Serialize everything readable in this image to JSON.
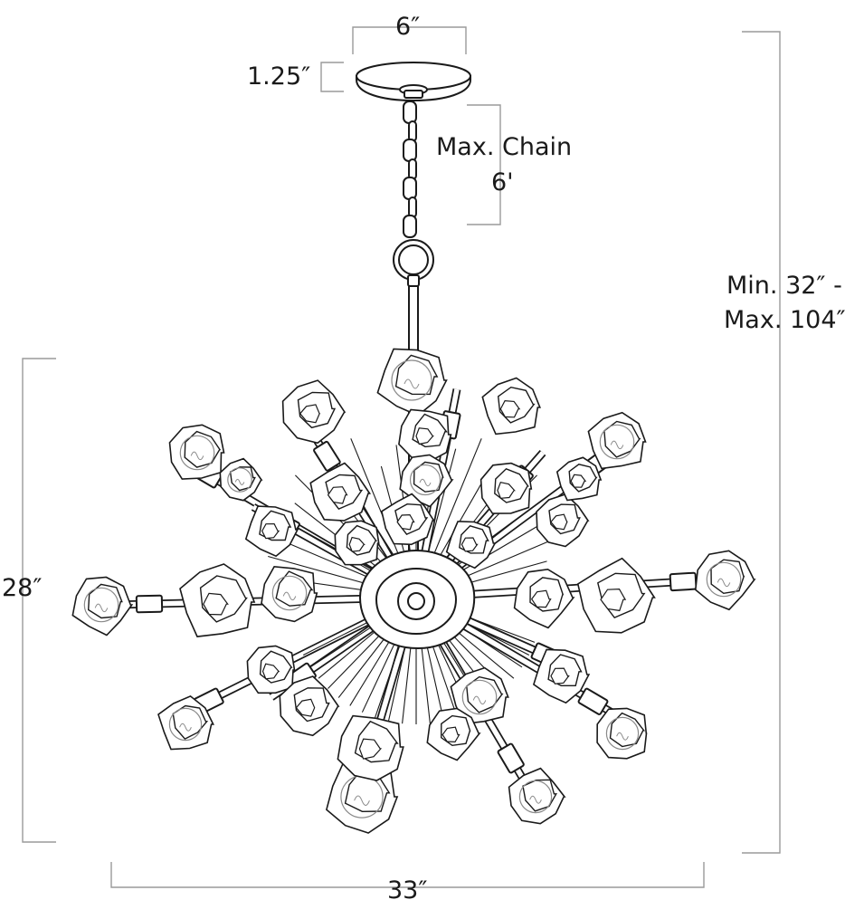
{
  "dimensions": {
    "canopy_width": "6″",
    "canopy_height": "1.25″",
    "max_chain": "Max. Chain",
    "max_chain_value": "6'",
    "overall_height_min": "Min. 32″ -",
    "overall_height_max": "Max. 104″",
    "fixture_height": "28″",
    "fixture_width": "33″"
  },
  "colors": {
    "line": "#1a1a1a",
    "dim_line": "#9a9a9a",
    "bulb": "#8a8a8a"
  }
}
